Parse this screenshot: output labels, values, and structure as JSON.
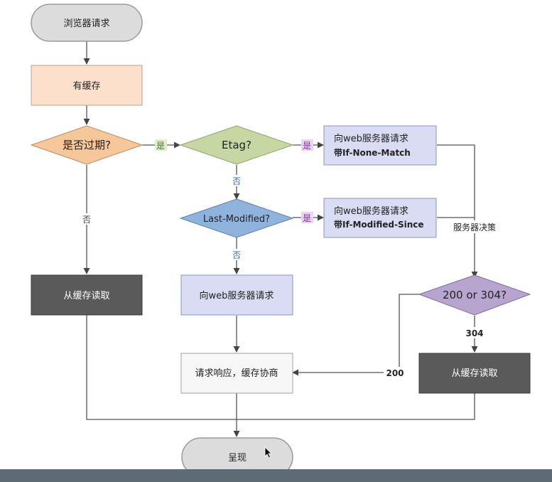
{
  "nodes": {
    "browser_request": "浏览器请求",
    "has_cache": "有缓存",
    "expired": "是否过期?",
    "etag": "Etag?",
    "req_if_none_match_l1": "向web服务器请求",
    "req_if_none_match_l2": "带If-None-Match",
    "last_modified": "Last-Modified?",
    "req_if_modified_since_l1": "向web服务器请求",
    "req_if_modified_since_l2": "带If-Modified-Since",
    "server_decision": "服务器决策",
    "read_cache_left": "从缓存读取",
    "req_server": "向web服务器请求",
    "status_check": "200 or 304?",
    "response_negotiate": "请求响应，缓存协商",
    "read_cache_right": "从缓存读取",
    "present": "呈现"
  },
  "edges": {
    "yes": "是",
    "no": "否",
    "code_304": "304",
    "code_200": "200"
  },
  "colors": {
    "terminal": "#dcdcdc",
    "cache_box": "#fde0cc",
    "expired_diamond": "#f6c79b",
    "etag_diamond": "#c7d7a4",
    "request_box": "#d9dcf2",
    "last_modified_diamond": "#8fb3dc",
    "status_diamond": "#b7a5cf",
    "dark_box": "#5a5a5a",
    "yes_label": "#3a7d2a",
    "yes_label_purple": "#8a2aa8",
    "no_label": "#3a6bb8"
  }
}
